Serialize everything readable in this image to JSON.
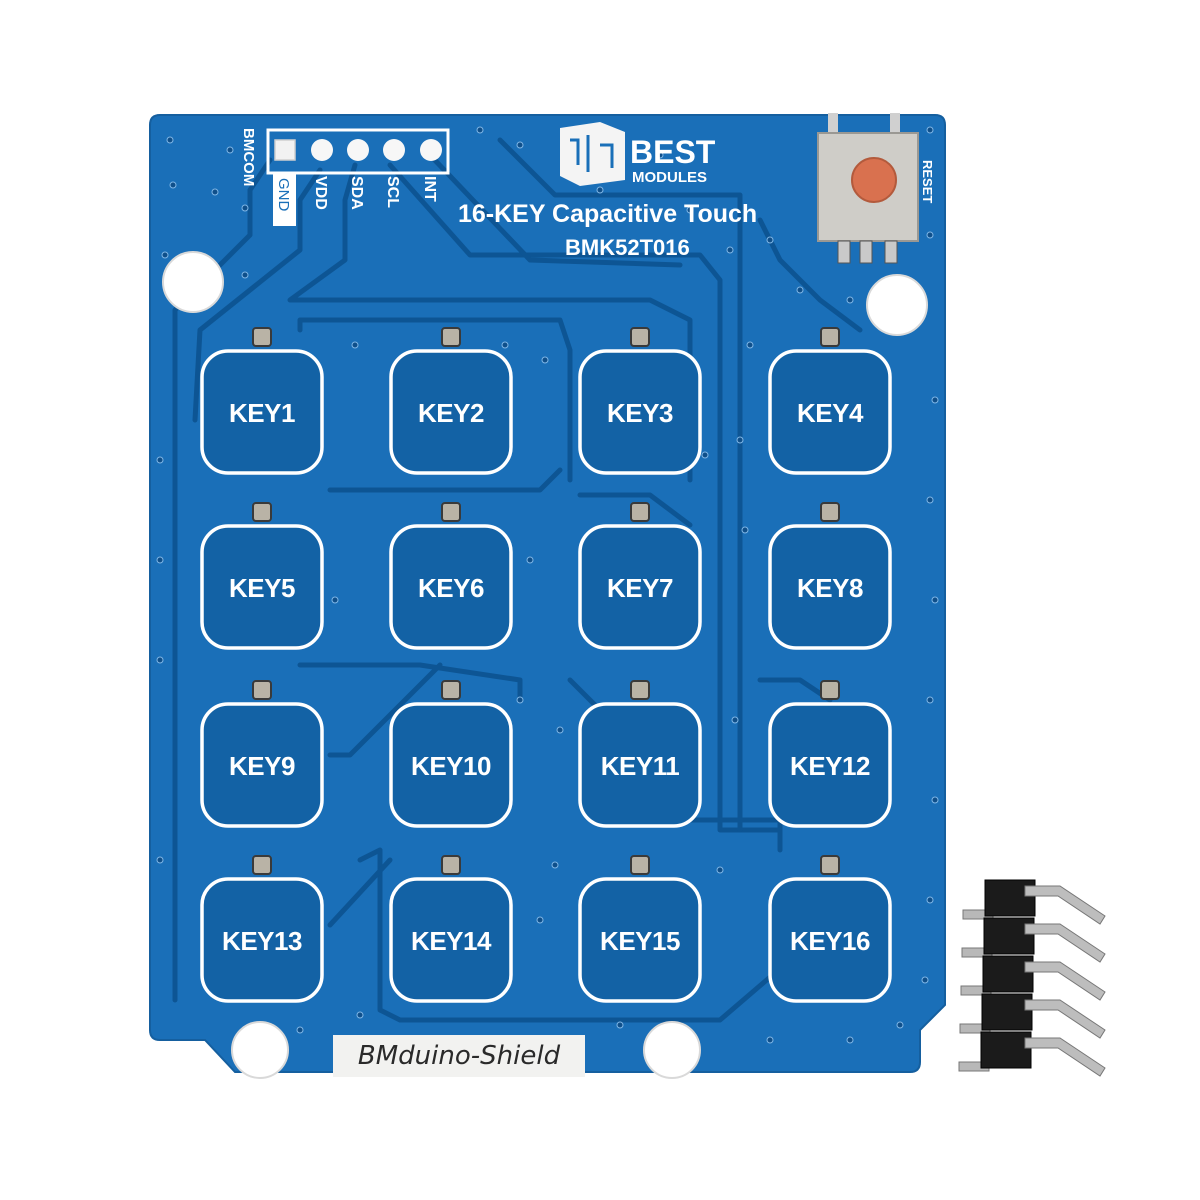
{
  "board": {
    "brand_top": "BEST",
    "brand_bottom": "MODULES",
    "title": "16-KEY Capacitive Touch",
    "model": "BMK52T016",
    "shield_label": "BMduino-Shield",
    "connector_label": "BMCOM",
    "pins": [
      "GND",
      "VDD",
      "SDA",
      "SCL",
      "INT"
    ],
    "reset_label": "RESET",
    "colors": {
      "pcb": "#1a6fb8",
      "pcb_dark": "#0d5594",
      "silkscreen": "#ffffff",
      "button_cap": "#d9714f",
      "header_plastic": "#1b1b1b"
    }
  },
  "keys": [
    {
      "label": "KEY1"
    },
    {
      "label": "KEY2"
    },
    {
      "label": "KEY3"
    },
    {
      "label": "KEY4"
    },
    {
      "label": "KEY5"
    },
    {
      "label": "KEY6"
    },
    {
      "label": "KEY7"
    },
    {
      "label": "KEY8"
    },
    {
      "label": "KEY9"
    },
    {
      "label": "KEY10"
    },
    {
      "label": "KEY11"
    },
    {
      "label": "KEY12"
    },
    {
      "label": "KEY13"
    },
    {
      "label": "KEY14"
    },
    {
      "label": "KEY15"
    },
    {
      "label": "KEY16"
    }
  ],
  "header_pin_count": 5
}
